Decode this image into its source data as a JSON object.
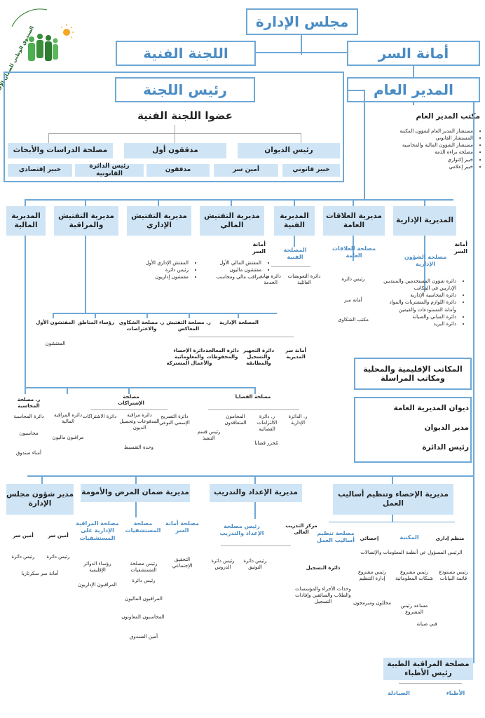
{
  "logo": {
    "text": "الصندوق الوطني للضمان الإجتماعي"
  },
  "top": {
    "board": "مجلس الإدارة",
    "tech_committee": "اللجنة الفنية",
    "secretariat": "أمانة السر",
    "director_general": "المدير العام"
  },
  "committee": {
    "head": "رئيس اللجنة",
    "members_title": "عضوا اللجنة الفنية",
    "boxes": [
      "رئيس الديوان",
      "مدققون أول",
      "مصلحة الدراسات والأبحاث"
    ],
    "sub": [
      "خبير قانوني",
      "أمين سر",
      "مدققون",
      "رئيس الدائرة القانونية",
      "خبير إقتصادي"
    ]
  },
  "dg_office": {
    "title": "مكتب المدير العام",
    "items": [
      "مستشار المدير العام لشؤون المكننة",
      "المستشار القانوني",
      "مستشار الشؤون المالية والمحاسبة",
      "مصلحة براءة الذمة",
      "خبير إكتواري",
      "خبير إعلامي"
    ]
  },
  "directorates_row1": [
    {
      "name": "المديرية الإدارية"
    },
    {
      "name": "مديرية العلاقات العامة"
    },
    {
      "name": "المديرية الفنية"
    },
    {
      "name": "مديرية التفتيش المالي"
    },
    {
      "name": "مديرية التفتيش الإداري"
    },
    {
      "name": "مديرية التفتيش والمراقبة"
    },
    {
      "name": "المديرية المالية"
    }
  ],
  "admin_dir": {
    "secretariat": "أمانة السر",
    "service": "مصلحة الشؤون الإدارية",
    "items": [
      "دائرة شؤون المستخدمين والمنتدبين الإداريين في المكاتب",
      "دائرة المحاسبة الإدارية",
      "دائرة اللوازم والمشتريات والمواد وأمانة المستودعات والقيمين",
      "دائرة المباني والصيانة",
      "دائرة البريد"
    ]
  },
  "pr_dir": {
    "service": "مصلحة العلاقات العامة",
    "head": "رئيس دائرة",
    "sec": "أمانة سر",
    "complaints": "مكتب الشكاوى"
  },
  "tech_dir": {
    "service": "المصلحة الفنية",
    "end_service": "دائرة نهاية الخدمة",
    "family": "دائرة التعويضات العائلية"
  },
  "fin_insp": {
    "secretariat": "أمانة السر",
    "items": [
      "المفتش المالي الأول",
      "مفتشون ماليون",
      "مراقب مالي ومحاسب"
    ]
  },
  "adm_insp": {
    "items": [
      "المفتش الإداري الأول",
      "رئيس دائرة",
      "مفتشون إداريون"
    ]
  },
  "ctrl_insp": {
    "regions": "رؤساء المناطق",
    "first": "المفتشون الأول",
    "inspectors": "المفتشون"
  },
  "mid": {
    "complaints": "ر. مصلحة الشكاوى والاعتراضات",
    "reverse": "ر. مصلحة التفتيش المعاكس",
    "admin_service": "المصلحة الإدارية",
    "stats": "دائرة الإحصاء والمعلوماتية والأعمال المشتركة",
    "treatment": "دائرة المعالجة والمحفوظات",
    "equip": "دائرة التجهيز والتسجيل والمطابقة",
    "dir_sec": "أمانة سر المديرية"
  },
  "regional": {
    "title": "المكاتب الإقليمية والمحلية ومكاتب المراسلة"
  },
  "gd_office": {
    "title": "ديوان المديرية العامة",
    "manager": "مدير الديوان",
    "dept_head": "رئيس الدائرة"
  },
  "fin_bottom": {
    "accounting_head": "ر. مصلحة المحاسبة",
    "accounting": "دائرة المحاسبة",
    "accountants": "محاسبون",
    "treasurers": "أمناء صندوق",
    "fin_control": "دائرة المراقبة المالية",
    "fin_controllers": "مراقبون ماليون",
    "subs_service": "مصلحة الإشتراكات",
    "subs_dept": "دائرة الاشتراكات",
    "payments": "دائرة مراقبة المدفوعات وتحصيل الديون",
    "declaration": "دائرة التصريح الإسمي النوعي",
    "installment": "وحدة التقسيط",
    "judicial": "مصلحة القضايا",
    "lawyers": "المحامون المتعاقدون",
    "execution": "رئيس قسم التنفيذ",
    "admin_dept": "ر. الدائرة الإدارية",
    "obligations": "ر. دائرة الالتزامات القضائية",
    "editor": "مُحرر قضايا"
  },
  "directorates_row2": [
    {
      "name": "مديرية الإحصاء وتنظيم أساليب العمل"
    },
    {
      "name": "مديرية الإعداد والتدريب"
    },
    {
      "name": "مديرية ضمان المرض والأمومة"
    },
    {
      "name": "مدير شؤون مجلس الإدارة"
    }
  ],
  "stats_dir": {
    "organizer": "منظم إداري",
    "mechanization": "المكننة",
    "statistician": "إحصائي",
    "methods": "مصلحة تنظيم أساليب العمل",
    "responsible": "الرئيس المسؤول عن أنظمة المعلومات والإتصالات",
    "db_project": "رئيس مستودع قائمة البيانات",
    "net_project": "رئيس مشروع شبكات المعلوماتية",
    "org_project": "رئيس مشروع إدارة التنظيم",
    "assistant": "مساعد رئيس المشروع",
    "analysts": "محللون ومبرمجون",
    "maintenance": "فني صيانة",
    "registration": "دائرة التسجيل",
    "units": "وحدات الأجراء والمؤسسات والطلاب والسائقين وإفادات التسجيل"
  },
  "training_dir": {
    "center": "مركز التدريب العالي",
    "service": "رئيس مصلحة الإعداد والتدريب",
    "doc": "رئيس دائرة التوثيق",
    "lessons": "رئيس دائرة الدروس"
  },
  "health_dir": {
    "secretariat": "مصلحة أمانة السر",
    "hospitals": "مصلحة المستشفيات",
    "control": "مصلحة المراقبة الإدارية على المستشفيات",
    "social": "التحقيق الإجتماعي",
    "hosp_head": "رئيس مصلحة المستشفيات",
    "regional_heads": "رؤساء الدوائر الإقليمية",
    "dept_head": "رئيس دائرة",
    "fin_controllers": "المراقبون الماليون",
    "adm_controllers": "المراقبون الإداريون",
    "accountants": "المحاسبون المعاونون",
    "treasurer": "أمين الصندوق"
  },
  "board_dir": {
    "sec1": "أمين سر",
    "sec2": "أمين سر",
    "head1": "رئيس دائرة",
    "head2": "رئيس دائرة",
    "secretary": "أمانة سر سكرتاريا"
  },
  "medical": {
    "title": "مصلحة المراقبة الطبية رئيس الأطباء",
    "doctors": "الأطباء",
    "pharmacists": "الصيادلة"
  }
}
